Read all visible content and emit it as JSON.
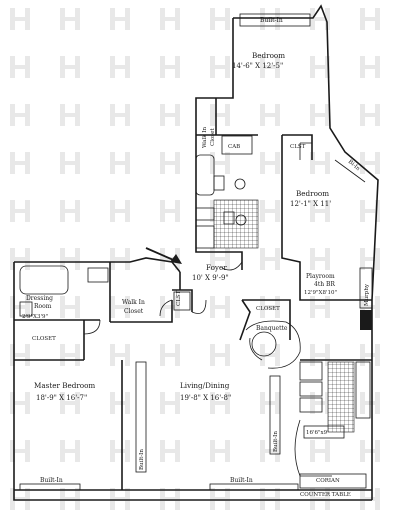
{
  "rooms": {
    "bedroom_top": {
      "name": "Bedroom",
      "dims": "14'-6\" X 12'-5\""
    },
    "bedroom_right": {
      "name": "Bedroom",
      "dims": "12'-1\" X 11'"
    },
    "playroom": {
      "name": "Playroom",
      "name2": "4th BR",
      "dims": "12'9\"X8'10\""
    },
    "foyer": {
      "name": "Foyer",
      "dims": "10' X 9'-9\""
    },
    "dressing": {
      "name": "Dressing",
      "name2": "Room",
      "dims": "2'9\"X3'9\""
    },
    "walkin_closet": {
      "name": "Walk In",
      "name2": "Closet"
    },
    "walkin_closet_vertical": {
      "name": "Walk In",
      "name2": "Closet"
    },
    "master": {
      "name": "Master Bedroom",
      "dims": "18'-9\" X 16'-7\""
    },
    "living": {
      "name": "Living/Dining",
      "dims": "19'-8\" X 16'-8\""
    },
    "kitchen": {
      "dims": "16'6\"x9'"
    }
  },
  "labels": {
    "builtin_top": "Built-In",
    "builtin_bottom_left": "Built-In",
    "builtin_bottom_mid": "Built-In",
    "builtin_vert_master": "Built-In",
    "builtin_vert_living": "Built-In",
    "cab": "CAB",
    "clst_right": "CLST",
    "clst_foyer": "CLST",
    "closet_master": "CLOSET",
    "closet_living": "CLOSET",
    "banquette": "Banquette",
    "murphy": "Murphy",
    "bay_corner": "Bi-In",
    "corian": "CORIAN",
    "counter_table": "COUNTER TABLE"
  },
  "colors": {
    "ink": "#1a1a1a",
    "watermark": "#e6e6e6",
    "paper": "#ffffff"
  },
  "icons": {
    "entry_arrow": "arrow-icon",
    "watermark": "brand-watermark-icon"
  }
}
